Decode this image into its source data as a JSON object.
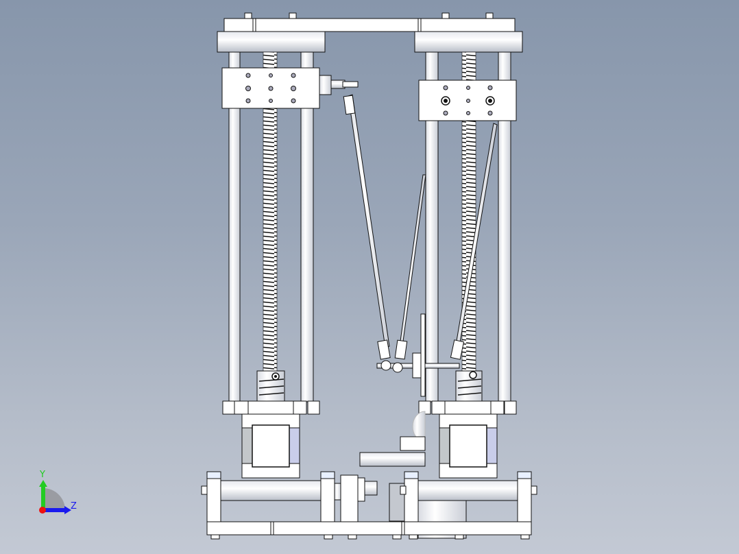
{
  "viewport": {
    "background_top": "#8796ab",
    "background_bottom": "#c3c9d4",
    "model_description": "Delta-style linear actuator assembly: two vertical lead-screw towers with carriages, parallel link rods to an end effector, stepper motors and base frame"
  },
  "triad": {
    "y_label": "Y",
    "z_label": "Z",
    "y_color": "#22cc22",
    "z_color": "#1a1aee",
    "x_color": "#ee1111"
  },
  "colors": {
    "part_fill": "#ffffff",
    "edge": "#111111",
    "shade": "#c8ccd2",
    "motor_side_left": "#c3c7ca",
    "motor_side_right": "#c9cdea"
  }
}
